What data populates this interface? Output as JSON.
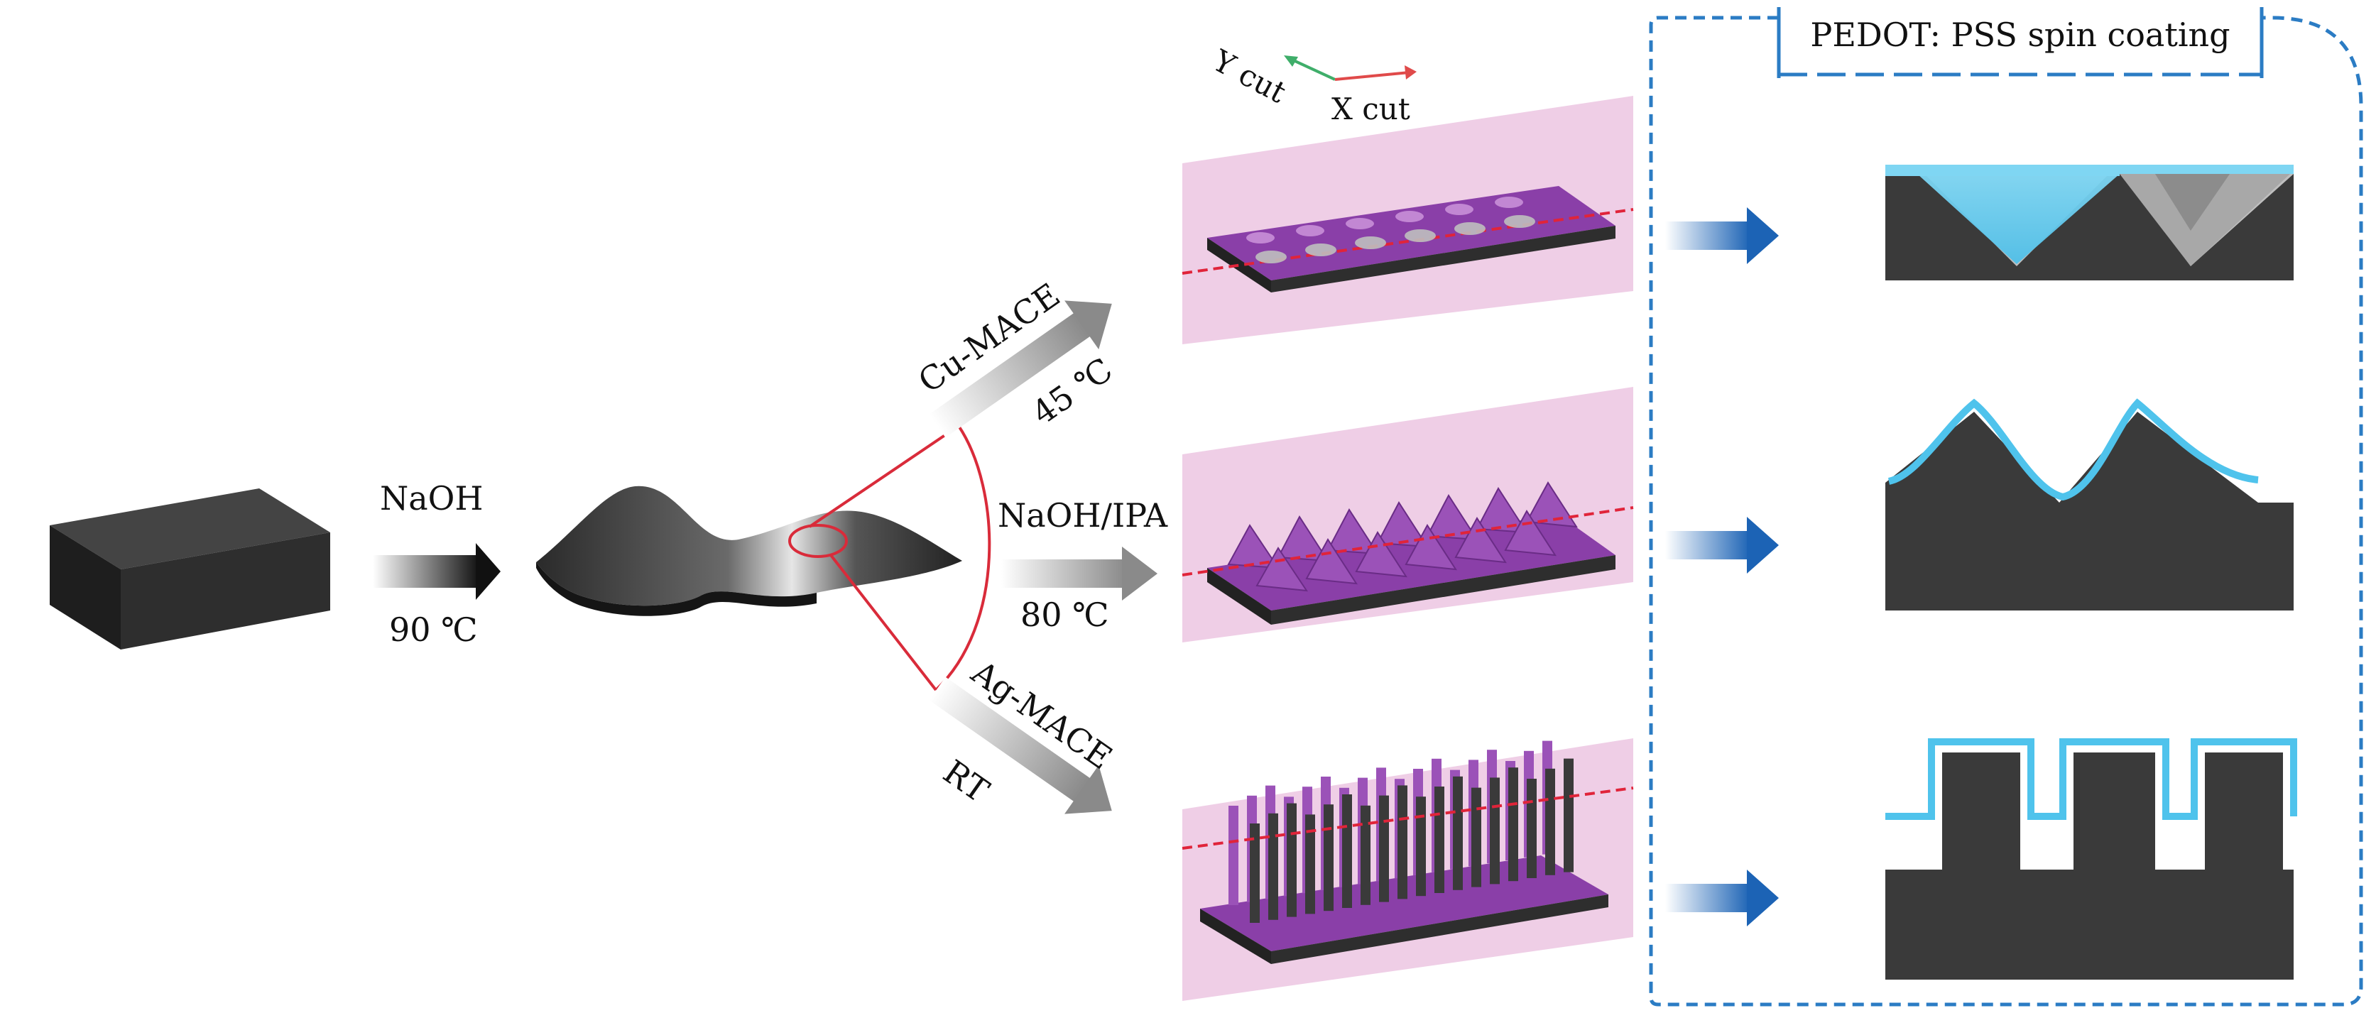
{
  "step1": {
    "reagent": "NaOH",
    "temperature": "90 ℃"
  },
  "branches": {
    "cu": {
      "reagent": "Cu-MACE",
      "temperature": "45 ℃"
    },
    "naoh_ipa": {
      "reagent": "NaOH/IPA",
      "temperature": "80 ℃"
    },
    "ag": {
      "reagent": "Ag-MACE",
      "temperature": "RT"
    }
  },
  "axes": {
    "y": "Y cut",
    "x": "X cut"
  },
  "coating_panel": {
    "title": "PEDOT: PSS spin coating"
  },
  "colors": {
    "silicon": "#3a3a3a",
    "silicon_dark": "#1f1f1f",
    "pedot": "#4fc3ec",
    "plane": "#ecc6e2",
    "purple": "#8a3fa8",
    "blue_arrow": "#1c63b5",
    "dashed_border": "#2b7cc4",
    "zoom_red": "#d92b3a"
  }
}
